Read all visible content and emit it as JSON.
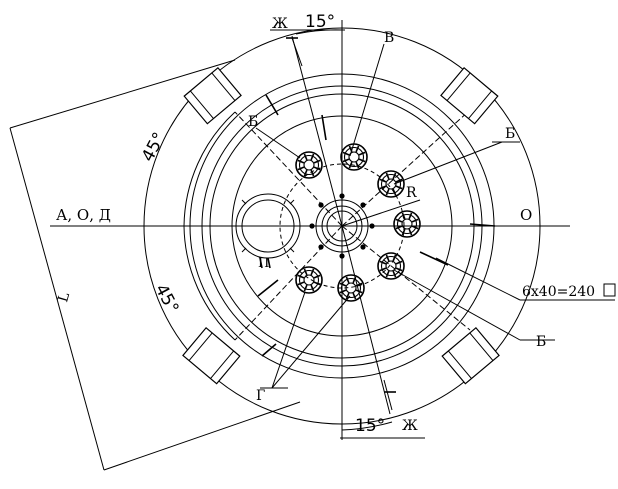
{
  "labels": {
    "angle_top": "15°",
    "angle_bottom": "15°",
    "angle_left_upper": "45°",
    "angle_left_lower": "45°",
    "section_zh_top": "Ж",
    "section_zh_bottom": "Ж",
    "axis_left": "А, О, Д",
    "axis_right": "О",
    "nozzle_v": "В",
    "nozzle_b_left": "Б",
    "nozzle_b_right_top": "Б",
    "nozzle_b_right_bottom": "Б",
    "nozzle_g": "Г",
    "radius": "R",
    "dimension_l": "L",
    "bolts_spec": "6x40=240",
    "hatch_p": "П"
  }
}
